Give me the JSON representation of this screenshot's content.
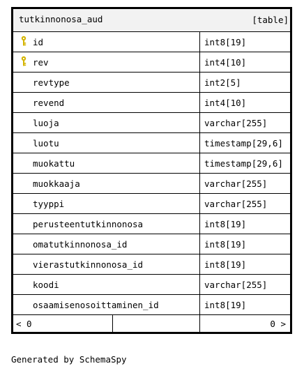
{
  "table": {
    "name": "tutkinnonosa_aud",
    "type_label": "[table]",
    "columns": [
      {
        "name": "id",
        "type": "int8[19]",
        "key": true
      },
      {
        "name": "rev",
        "type": "int4[10]",
        "key": true
      },
      {
        "name": "revtype",
        "type": "int2[5]",
        "key": false
      },
      {
        "name": "revend",
        "type": "int4[10]",
        "key": false
      },
      {
        "name": "luoja",
        "type": "varchar[255]",
        "key": false
      },
      {
        "name": "luotu",
        "type": "timestamp[29,6]",
        "key": false
      },
      {
        "name": "muokattu",
        "type": "timestamp[29,6]",
        "key": false
      },
      {
        "name": "muokkaaja",
        "type": "varchar[255]",
        "key": false
      },
      {
        "name": "tyyppi",
        "type": "varchar[255]",
        "key": false
      },
      {
        "name": "perusteentutkinnonosa",
        "type": "int8[19]",
        "key": false
      },
      {
        "name": "omatutkinnonosa_id",
        "type": "int8[19]",
        "key": false
      },
      {
        "name": "vierastutkinnonosa_id",
        "type": "int8[19]",
        "key": false
      },
      {
        "name": "koodi",
        "type": "varchar[255]",
        "key": false
      },
      {
        "name": "osaamisenosoittaminen_id",
        "type": "int8[19]",
        "key": false
      }
    ],
    "footer": {
      "incoming": "< 0",
      "outgoing": "0 >"
    }
  },
  "generated_by": "Generated by SchemaSpy",
  "colors": {
    "border": "#000000",
    "header_bg": "#f2f2f2",
    "key_icon": "#d4b400"
  },
  "icons": {
    "key": "key-icon"
  }
}
